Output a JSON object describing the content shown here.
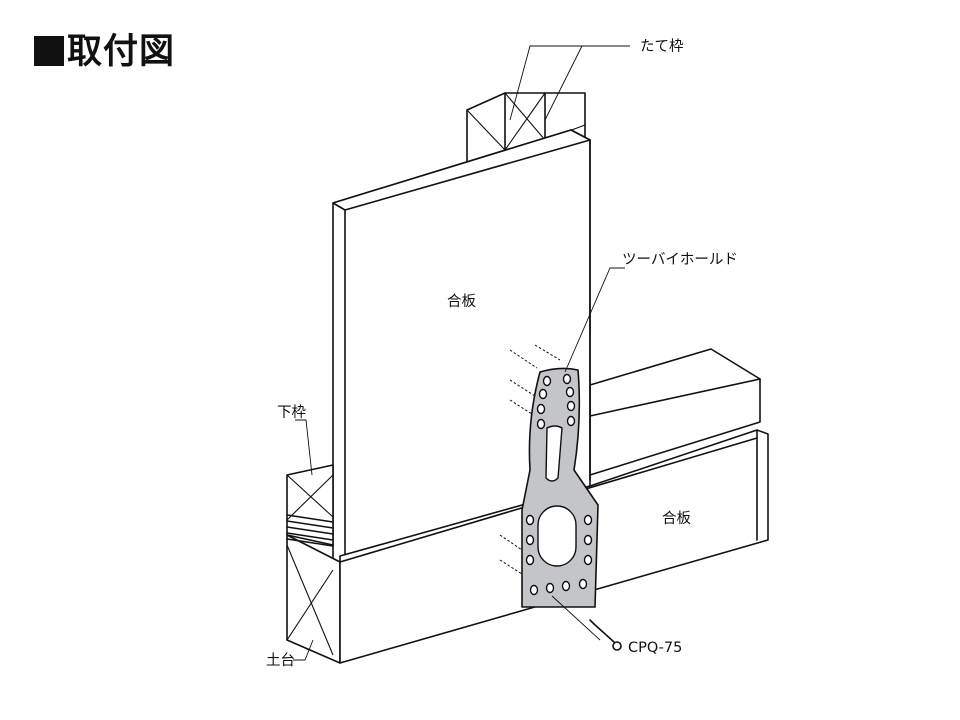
{
  "title": "取付図",
  "labels": {
    "tate_waku": "たて枠",
    "two_by_hold": "ツーバイホールド",
    "goban_upper": "合板",
    "goban_lower": "合板",
    "shita_waku": "下枠",
    "dodai": "土台",
    "nail": "CPQ-75"
  },
  "colors": {
    "line": "#111111",
    "plate": "#c4c5c8",
    "background": "#ffffff"
  }
}
